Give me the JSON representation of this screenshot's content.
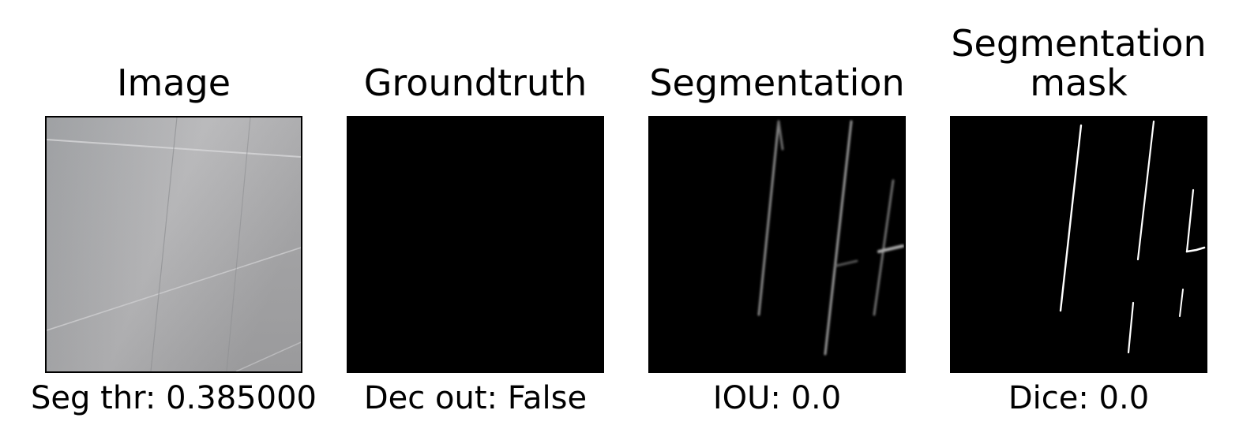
{
  "panels": [
    {
      "title": "Image",
      "caption": "Seg thr: 0.385000"
    },
    {
      "title": "Groundtruth",
      "caption": "Dec out: False"
    },
    {
      "title": "Segmentation",
      "caption": "IOU: 0.0"
    },
    {
      "title": "Segmentation\nmask",
      "caption": "Dice: 0.0"
    }
  ],
  "colors": {
    "background": "#ffffff",
    "frame": "#000000",
    "tile_surface": "#a9a9ab"
  }
}
